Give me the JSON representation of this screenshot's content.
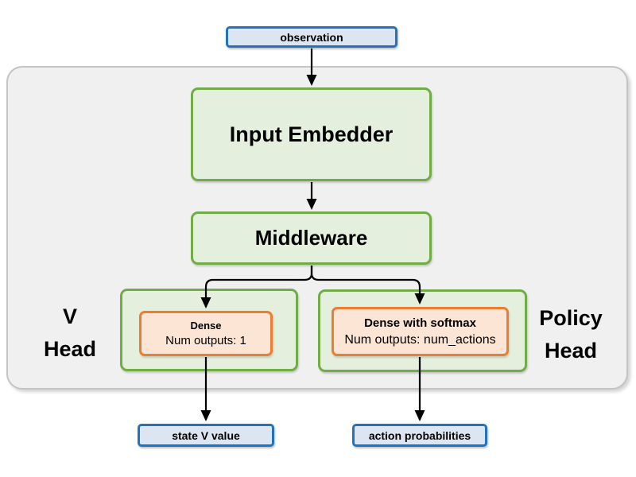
{
  "diagram": {
    "nodes": {
      "observation": {
        "label": "observation"
      },
      "input_embedder": {
        "label": "Input Embedder"
      },
      "middleware": {
        "label": "Middleware"
      },
      "v_head_label": {
        "line1": "V",
        "line2": "Head"
      },
      "policy_head_label": {
        "line1": "Policy",
        "line2": "Head"
      },
      "v_dense": {
        "title": "Dense",
        "subtitle": "Num outputs: 1"
      },
      "policy_dense": {
        "title": "Dense with softmax",
        "subtitle": "Num outputs: num_actions"
      },
      "state_v_value": {
        "label": "state V value"
      },
      "action_probabilities": {
        "label": "action probabilities"
      }
    },
    "edges": [
      {
        "from": "observation",
        "to": "input_embedder"
      },
      {
        "from": "input_embedder",
        "to": "middleware"
      },
      {
        "from": "middleware",
        "to": "v_dense"
      },
      {
        "from": "middleware",
        "to": "policy_dense"
      },
      {
        "from": "v_dense",
        "to": "state_v_value"
      },
      {
        "from": "policy_dense",
        "to": "action_probabilities"
      }
    ]
  },
  "colors": {
    "blue_fill": "#dbe6f2",
    "blue_border": "#2173bd",
    "green_fill": "#e5efdd",
    "green_border": "#70ad47",
    "orange_fill": "#fce5d5",
    "orange_border": "#ed7d31",
    "container_fill": "#f0f0f0",
    "container_border": "#c4c4c4",
    "arrow_color": "#000000"
  }
}
